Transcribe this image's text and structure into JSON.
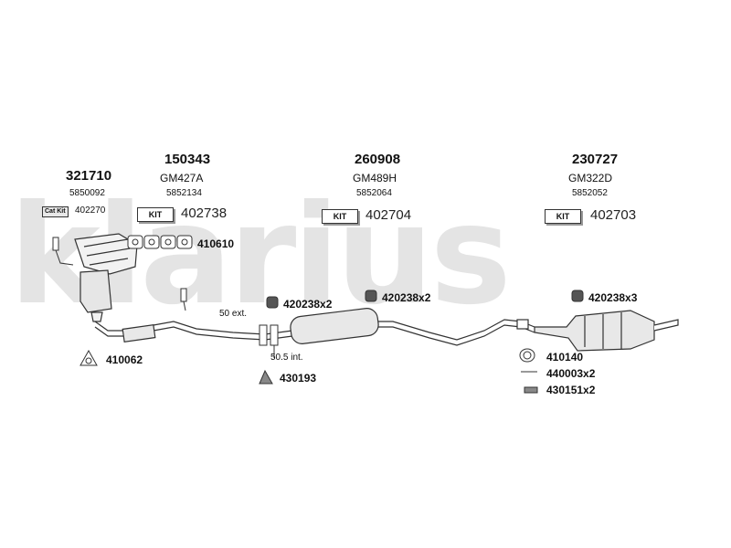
{
  "watermark": "klarius",
  "groups": [
    {
      "id": "a",
      "main": "321710",
      "oem": "5850092",
      "kit_label": "Cat Kit",
      "kit": "402270"
    },
    {
      "id": "b",
      "main": "150343",
      "ref": "GM427A",
      "oem": "5852134",
      "kit_label": "KIT",
      "kit": "402738"
    },
    {
      "id": "c",
      "main": "260908",
      "ref": "GM489H",
      "oem": "5852064",
      "kit_label": "KIT",
      "kit": "402704"
    },
    {
      "id": "d",
      "main": "230727",
      "ref": "GM322D",
      "oem": "5852052",
      "kit_label": "KIT",
      "kit": "402703"
    }
  ],
  "parts": {
    "gasket_set": "410610",
    "flange_gasket": "410062",
    "mount_1": "420238x2",
    "mount_2": "420238x2",
    "mount_3": "420238x3",
    "clamp": "430193",
    "ring": "410140",
    "bolt": "440003x2",
    "spring": "430151x2"
  },
  "notes": {
    "ext": "50 ext.",
    "int": "50.5 int."
  }
}
